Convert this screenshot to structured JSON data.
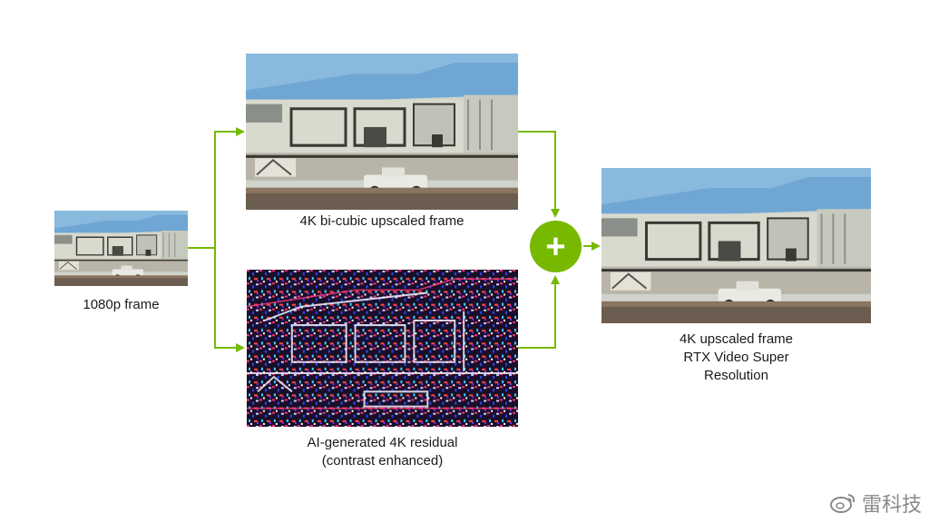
{
  "captions": {
    "input": "1080p frame",
    "bicubic": "4K bi-cubic upscaled frame",
    "residual_line1": "AI-generated 4K residual",
    "residual_line2": "(contrast enhanced)",
    "output_line1": "4K upscaled frame",
    "output_line2": "RTX Video Super",
    "output_line3": "Resolution"
  },
  "operator": "+",
  "watermark": "雷科技",
  "colors": {
    "accent": "#76b900",
    "sky": "#7fb4dc",
    "hull": "#d9dcd2",
    "ground": "#6b5d4f"
  },
  "icons": {
    "watermark_logo": "weibo-logo-icon"
  }
}
